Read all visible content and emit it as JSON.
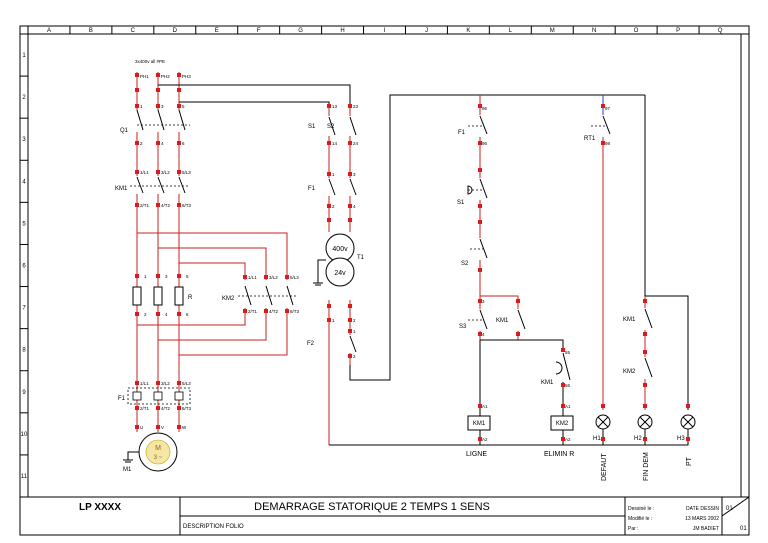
{
  "supply_label": "3x400v all #PE",
  "phases": [
    "PH1",
    "PH2",
    "PH3"
  ],
  "grid": {
    "columns": [
      "A",
      "B",
      "C",
      "D",
      "E",
      "F",
      "G",
      "H",
      "I",
      "J",
      "K",
      "L",
      "M",
      "N",
      "O",
      "P",
      "Q"
    ],
    "rows": [
      "1",
      "2",
      "3",
      "4",
      "5",
      "6",
      "7",
      "8",
      "9",
      "10",
      "11"
    ]
  },
  "components": {
    "q1": "Q1",
    "km1_power": "KM1",
    "km2_power": "KM2",
    "resistor": "R",
    "f1_power": "F1",
    "motor": "M1",
    "motor_symbol": "M",
    "motor_type": "3 ~",
    "s1_power": "S1",
    "s2_power": "S2",
    "f1_transfo": "F1",
    "f2": "F2",
    "transformer": "T1",
    "transfo_primary": "400v",
    "transfo_secondary": "24v",
    "f1_ctrl": "F1",
    "rt1": "RT1",
    "s1_ctrl": "S1",
    "s2_ctrl": "S2",
    "s3": "S3",
    "km1_aux": "KM1",
    "km1_timer": "KM1",
    "km1_out": "KM1",
    "km2_coil": "KM2",
    "km1_right": "KM1",
    "km2_right": "KM2",
    "h1": "H1",
    "h2": "H2",
    "h3": "H3"
  },
  "terminals": {
    "q1_top": [
      "1",
      "3",
      "5"
    ],
    "q1_bot": [
      "2",
      "4",
      "6"
    ],
    "km1_top": [
      "1/L1",
      "3/L2",
      "5/L3"
    ],
    "km1_bot": [
      "2/T1",
      "4/T2",
      "6/T3"
    ],
    "r_top": [
      "1",
      "3",
      "5"
    ],
    "r_bot": [
      "2",
      "4",
      "6"
    ],
    "km2_top": [
      "1/L1",
      "3/L2",
      "5/L3"
    ],
    "km2_bot": [
      "2/T1",
      "4/T2",
      "6/T3"
    ],
    "f1_top": [
      "1/L1",
      "3/L2",
      "5/L3"
    ],
    "f1_bot": [
      "2/T1",
      "4/T2",
      "6/T3"
    ],
    "motor": [
      "U",
      "V",
      "W"
    ],
    "s_top": [
      "13",
      "23"
    ],
    "s_bot": [
      "14",
      "24"
    ],
    "f1t_top": [
      "1",
      "3"
    ],
    "f1t_bot": [
      "2",
      "4"
    ],
    "t1_top": [
      "1",
      "2"
    ],
    "f2_top": "1",
    "f2_bot": "2",
    "f1c_top": "95",
    "f1c_bot": "96",
    "rt1_top": "97",
    "rt1_bot": "98",
    "km1aux": [
      "3",
      "4"
    ],
    "timer": [
      "55",
      "56"
    ],
    "coil": [
      "A1",
      "A2"
    ],
    "lamp": [
      "X1",
      "X2"
    ]
  },
  "circuit_labels": {
    "ligne": "LIGNE",
    "elimin_r": "ELIMIN R",
    "defaut": "DEFAUT",
    "fin_dem": "FIN DEM",
    "pt": "PT"
  },
  "title_block": {
    "project": "LP XXXX",
    "title": "DEMARRAGE STATORIQUE 2 TEMPS  1 SENS",
    "description_label": "DESCRIPTION FOLIO",
    "drawn_label": "Dessiné le :",
    "modified_label": "Modifié le :",
    "by_label": "Par :",
    "drawn_value": "DATE DESSIN",
    "modified_value": "13 MARS 2002",
    "by_value": "JM BADIET",
    "folio": "01",
    "folio_total": "01"
  },
  "colors": {
    "power_wire": "#cc1f1f",
    "control_wire": "#000000",
    "terminal": "#d81b1b",
    "accent_wire": "#1f3fcc",
    "motor_fill": "#f5e6a6"
  }
}
